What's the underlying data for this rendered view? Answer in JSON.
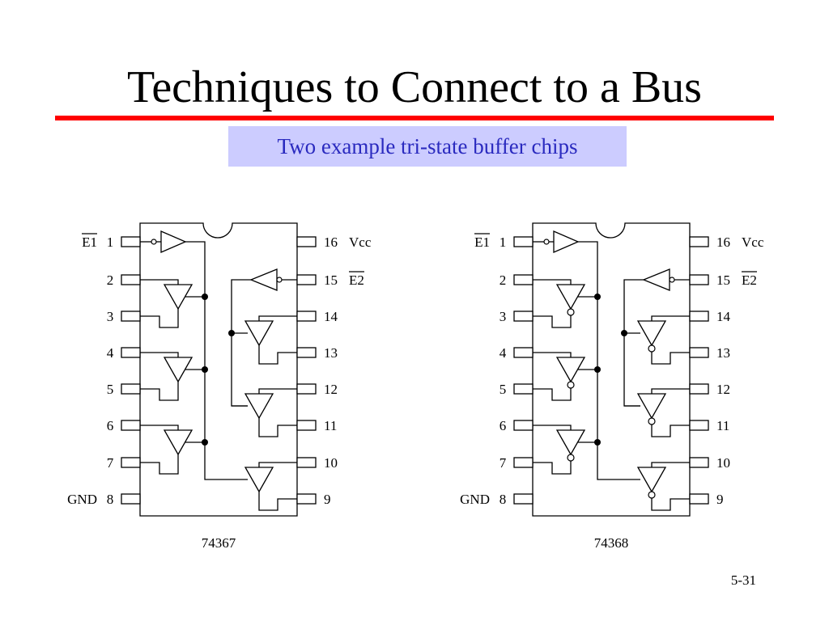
{
  "slide": {
    "title": "Techniques to Connect to a Bus",
    "subtitle": "Two example tri-state buffer chips",
    "page_number": "5-31"
  },
  "chips": [
    {
      "part_number": "74367",
      "inverting": false,
      "left_pins": [
        {
          "num": "1",
          "name": "E1",
          "overline": true
        },
        {
          "num": "2",
          "name": ""
        },
        {
          "num": "3",
          "name": ""
        },
        {
          "num": "4",
          "name": ""
        },
        {
          "num": "5",
          "name": ""
        },
        {
          "num": "6",
          "name": ""
        },
        {
          "num": "7",
          "name": ""
        },
        {
          "num": "8",
          "name": "GND"
        }
      ],
      "right_pins": [
        {
          "num": "16",
          "name": "Vcc"
        },
        {
          "num": "15",
          "name": "E2",
          "overline": true
        },
        {
          "num": "14",
          "name": ""
        },
        {
          "num": "13",
          "name": ""
        },
        {
          "num": "12",
          "name": ""
        },
        {
          "num": "11",
          "name": ""
        },
        {
          "num": "10",
          "name": ""
        },
        {
          "num": "9",
          "name": ""
        }
      ]
    },
    {
      "part_number": "74368",
      "inverting": true,
      "left_pins": [
        {
          "num": "1",
          "name": "E1",
          "overline": true
        },
        {
          "num": "2",
          "name": ""
        },
        {
          "num": "3",
          "name": ""
        },
        {
          "num": "4",
          "name": ""
        },
        {
          "num": "5",
          "name": ""
        },
        {
          "num": "6",
          "name": ""
        },
        {
          "num": "7",
          "name": ""
        },
        {
          "num": "8",
          "name": "GND"
        }
      ],
      "right_pins": [
        {
          "num": "16",
          "name": "Vcc"
        },
        {
          "num": "15",
          "name": "E2",
          "overline": true
        },
        {
          "num": "14",
          "name": ""
        },
        {
          "num": "13",
          "name": ""
        },
        {
          "num": "12",
          "name": ""
        },
        {
          "num": "11",
          "name": ""
        },
        {
          "num": "10",
          "name": ""
        },
        {
          "num": "9",
          "name": ""
        }
      ]
    }
  ]
}
